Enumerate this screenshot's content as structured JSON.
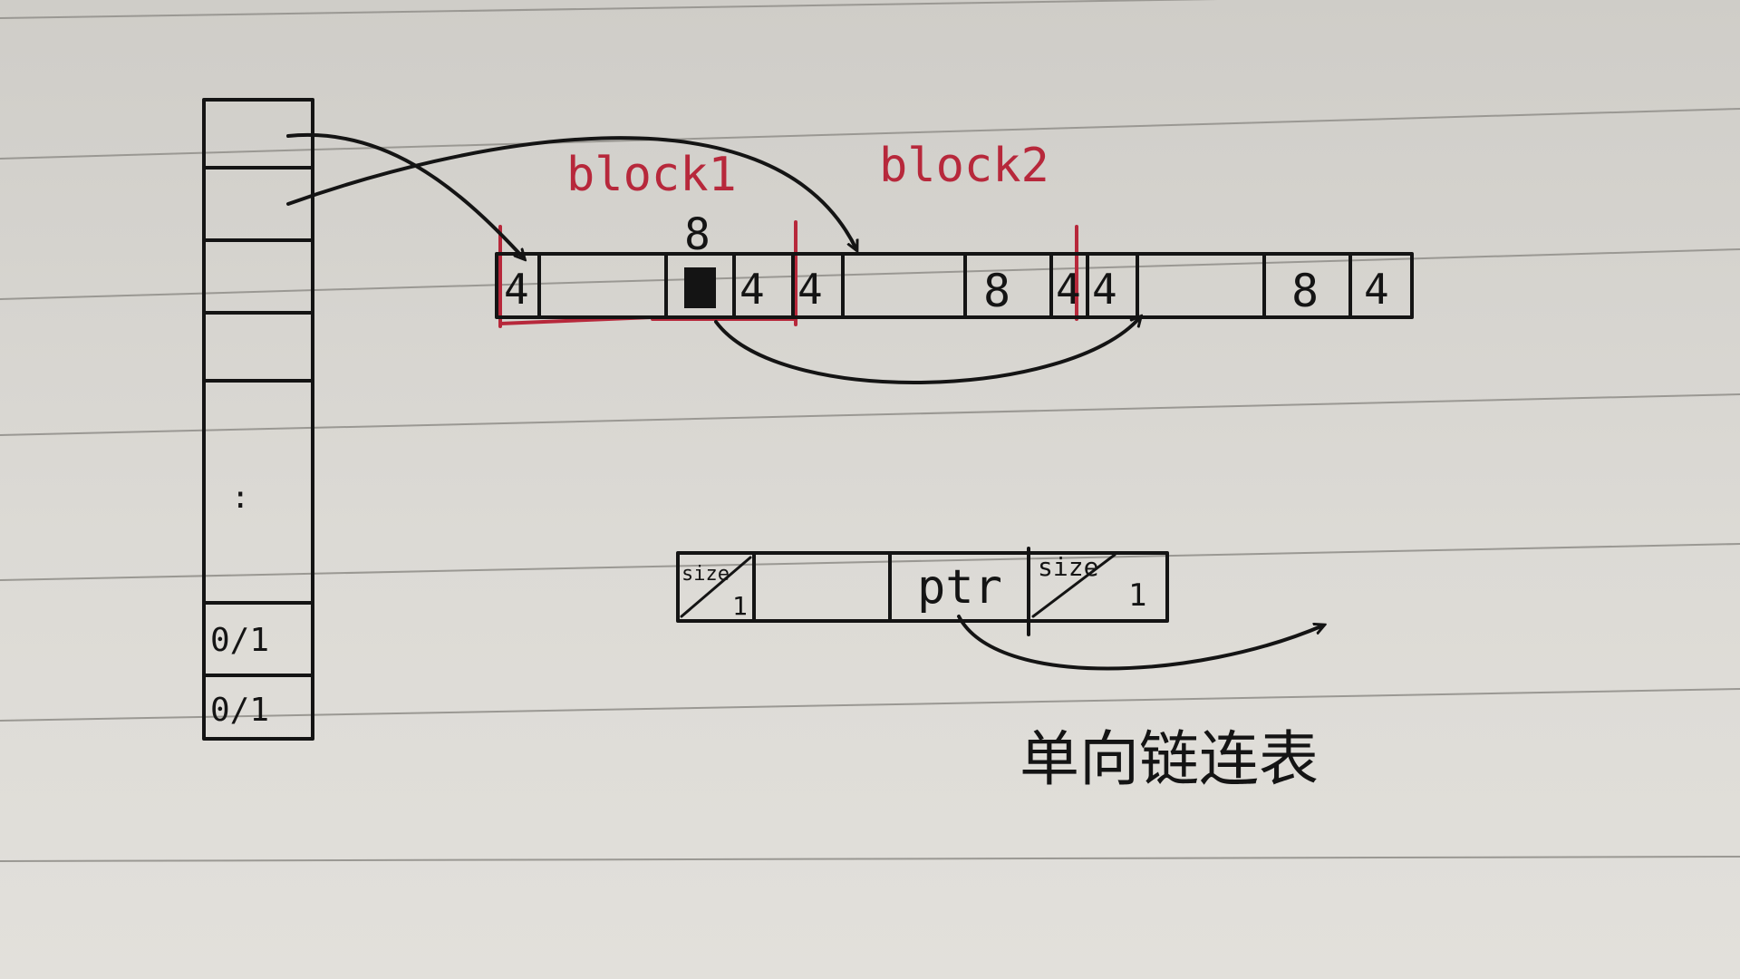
{
  "labels": {
    "block1": "block1",
    "block2": "block2",
    "singly_linked_list": "单向链连表"
  },
  "free_list_slots": [
    {
      "text": "0/1"
    },
    {
      "text": "0/1"
    }
  ],
  "ellipsis": ":",
  "memory_row_cells": [
    {
      "text": "4"
    },
    {
      "text": ""
    },
    {
      "text": ""
    },
    {
      "text": "4"
    },
    {
      "text": "4"
    },
    {
      "text": ""
    },
    {
      "text": "8"
    },
    {
      "text": "4"
    },
    {
      "text": "4"
    },
    {
      "text": ""
    },
    {
      "text": "8"
    },
    {
      "text": "4"
    }
  ],
  "above_cell_label": "8",
  "node_cells": [
    {
      "top": "size",
      "bottom": "1"
    },
    {
      "text": ""
    },
    {
      "text": "ptr"
    },
    {
      "top": "size",
      "bottom": "1"
    }
  ],
  "colors": {
    "ink": "#141414",
    "red_ink": "#b7283b",
    "paper": "#d6d4cf",
    "rule_line": "#9a9893"
  }
}
